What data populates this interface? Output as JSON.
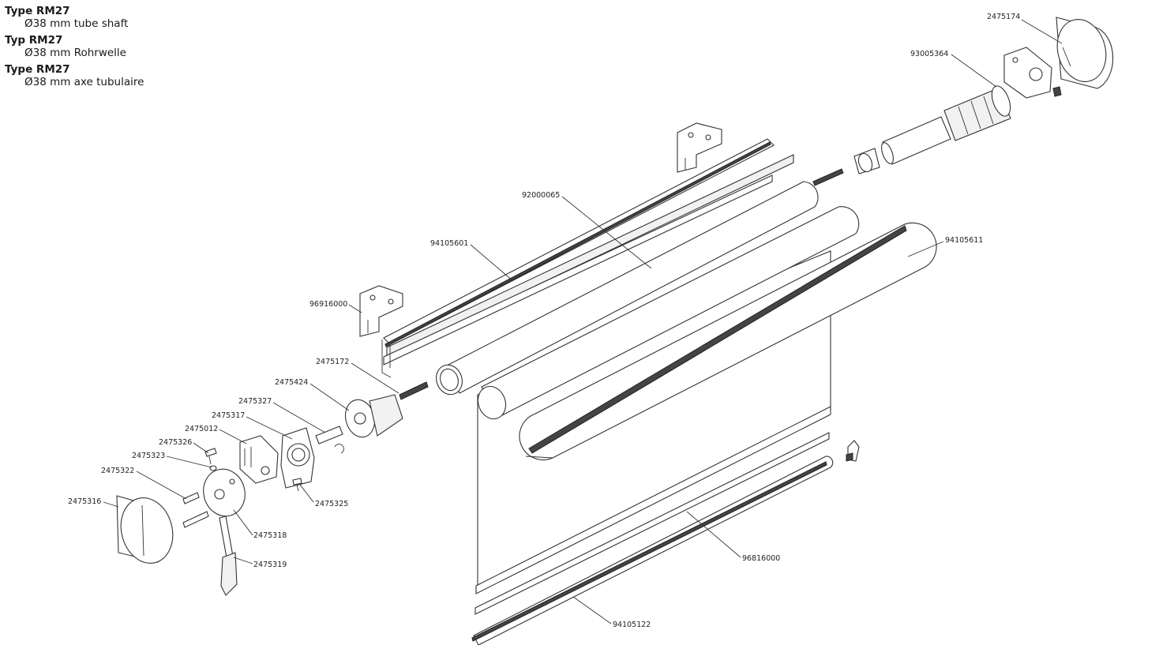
{
  "titles": [
    {
      "type": "Type RM27",
      "spec": "Ø38 mm tube shaft"
    },
    {
      "type": "Typ RM27",
      "spec": "Ø38 mm Rohrwelle"
    },
    {
      "type": "Type RM27",
      "spec": "Ø38 mm axe tubulaire"
    }
  ],
  "parts": {
    "p2475174": "2475174",
    "p93005364": "93005364",
    "p92000065": "92000065",
    "p94105601": "94105601",
    "p94105611": "94105611",
    "p96916000": "96916000",
    "p2475172": "2475172",
    "p2475424": "2475424",
    "p2475327": "2475327",
    "p2475317": "2475317",
    "p2475012": "2475012",
    "p2475326": "2475326",
    "p2475323": "2475323",
    "p2475322": "2475322",
    "p2475316": "2475316",
    "p2475325": "2475325",
    "p2475318": "2475318",
    "p2475319": "2475319",
    "p96816000": "96816000",
    "p94105122": "94105122"
  }
}
